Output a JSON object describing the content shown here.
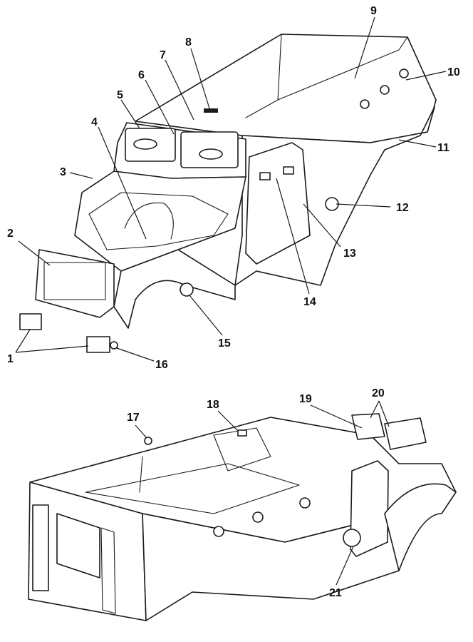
{
  "callouts": {
    "c1": "1",
    "c2": "2",
    "c3": "3",
    "c4": "4",
    "c5": "5",
    "c6": "6",
    "c7": "7",
    "c8": "8",
    "c9": "9",
    "c10": "10",
    "c11": "11",
    "c12": "12",
    "c13": "13",
    "c14": "14",
    "c15": "15",
    "c16": "16",
    "c17": "17",
    "c18": "18",
    "c19": "19",
    "c20": "20",
    "c21": "21"
  },
  "colors": {
    "line": "#1a1a1a",
    "background": "#ffffff"
  }
}
